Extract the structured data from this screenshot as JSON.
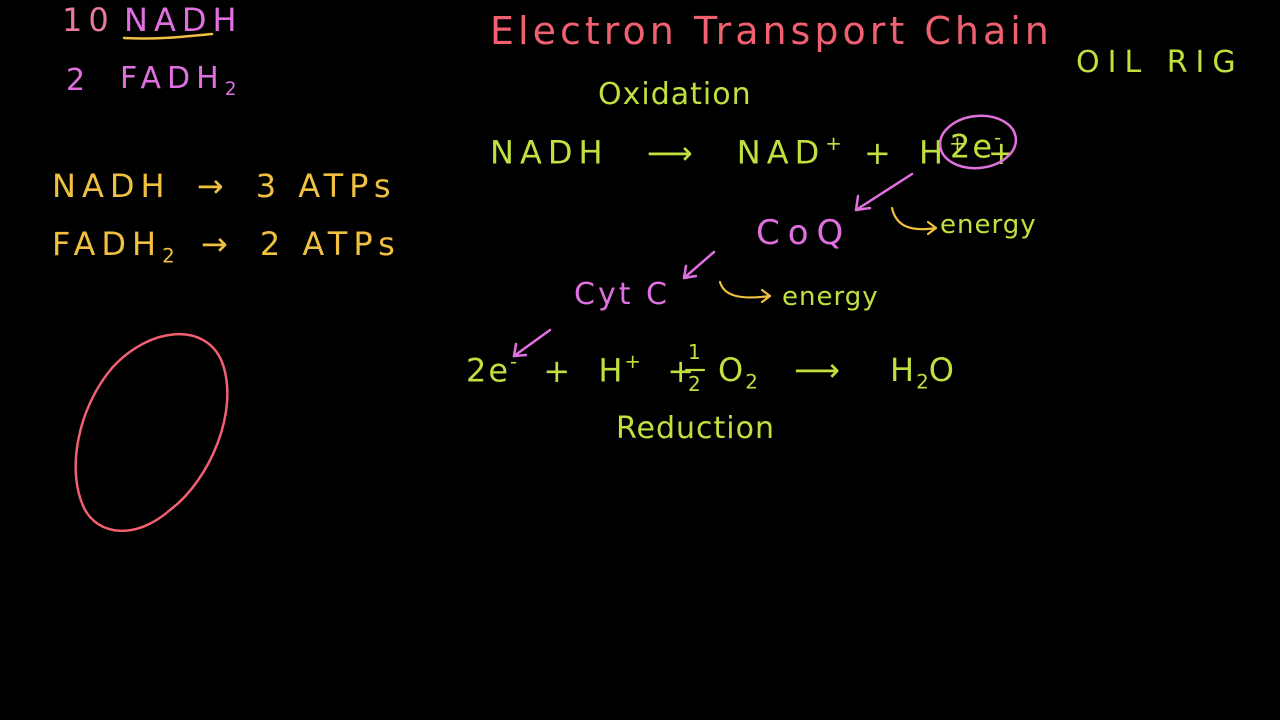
{
  "colors": {
    "background": "#000000",
    "pink": "#e87aa0",
    "magenta": "#e070e0",
    "yellow": "#f0c040",
    "green": "#c0e040",
    "salmon": "#f06070"
  },
  "left_notes": {
    "nadh_count": "10",
    "nadh_label": "NADH",
    "fadh_count": "2",
    "fadh_label": "FADH",
    "fadh_sub": "2",
    "nadh_yield_left": "NADH",
    "nadh_yield_arrow": "→",
    "nadh_yield_right": "3 ATPs",
    "fadh_yield_left": "FADH",
    "fadh_yield_sub": "2",
    "fadh_yield_arrow": "→",
    "fadh_yield_right": "2 ATPs"
  },
  "title": "Electron Transport Chain",
  "mnemonic": "OIL RIG",
  "oxidation_label": "Oxidation",
  "reaction1": {
    "reactant": "NADH",
    "arrow": "⟶",
    "product1": "NAD",
    "product1_sup": "+",
    "plus1": "+",
    "product2": "H",
    "product2_sup": "+",
    "plus2": "+",
    "electrons": "2e",
    "electrons_sup": "-"
  },
  "coq": {
    "label": "CoQ",
    "energy": "energy"
  },
  "cytc": {
    "label": "Cyt C",
    "energy": "energy"
  },
  "reaction2": {
    "electrons": "2e",
    "electrons_sup": "-",
    "plus1": "+",
    "proton": "H",
    "proton_sup": "+",
    "plus2": "+",
    "fraction_num": "1",
    "fraction_den": "2",
    "oxygen": "O",
    "oxygen_sub": "2",
    "arrow": "⟶",
    "product": "H",
    "product_sub": "2",
    "product_end": "O"
  },
  "reduction_label": "Reduction"
}
